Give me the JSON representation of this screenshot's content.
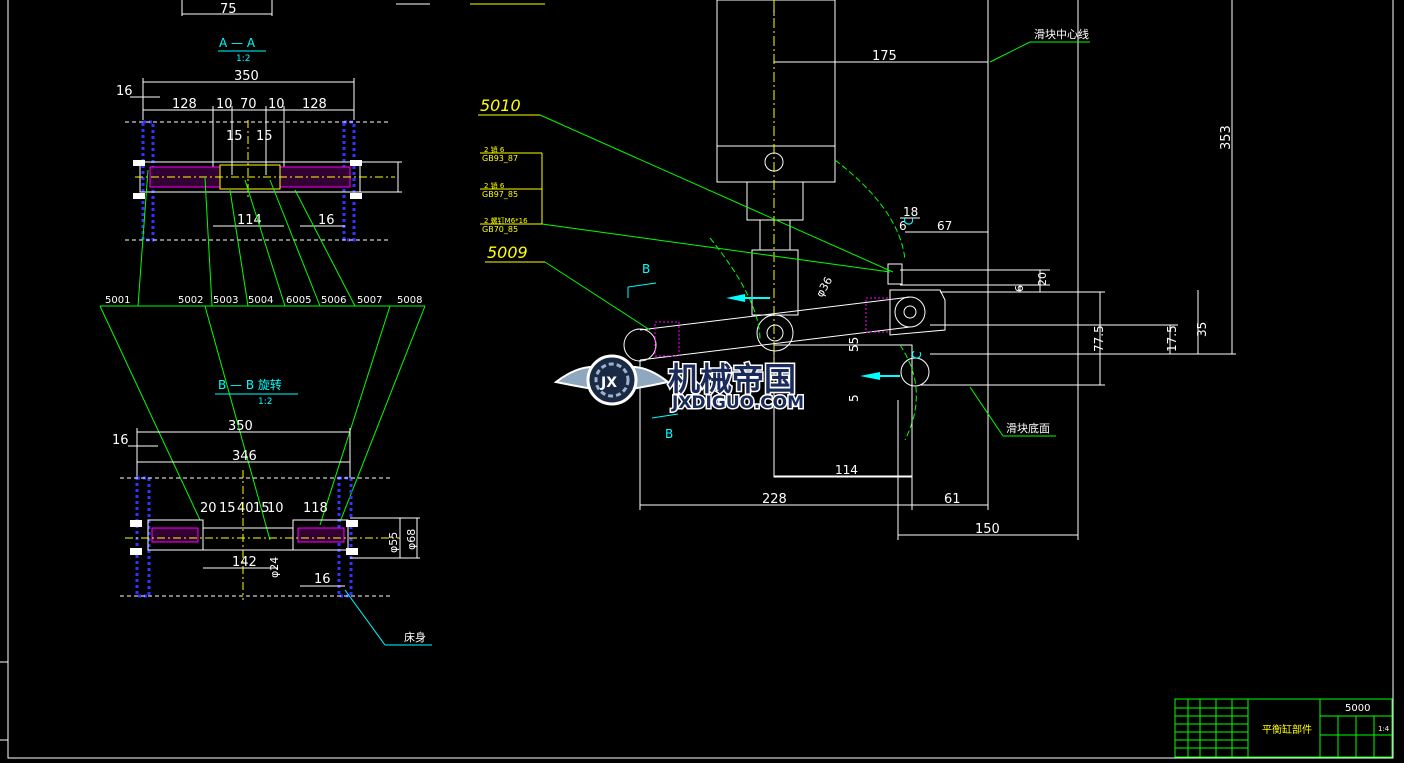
{
  "colors": {
    "background": "#000000",
    "dimension": "#ffffff",
    "leader": "#00ff00",
    "annotation": "#ffff00",
    "centerline": "#ffff00",
    "hatch": "#3333ff",
    "part": "#ff00ff",
    "arrow": "#00ffff",
    "frame": "#ffffff"
  },
  "top_dimension": "75",
  "section_aa": {
    "title": "A — A",
    "scale": "1:2"
  },
  "section_aa_dims": [
    "350",
    "16",
    "128",
    "10",
    "70",
    "10",
    "128",
    "15",
    "15",
    "114",
    "16"
  ],
  "section_bb": {
    "title": "B — B 旋转",
    "scale": "1:2"
  },
  "section_bb_dims": [
    "350",
    "16",
    "346",
    "20",
    "15",
    "40",
    "15",
    "10",
    "118",
    "142",
    "16",
    "φ55",
    "φ68",
    "φ24"
  ],
  "part_labels": [
    "5001",
    "5002",
    "5003",
    "5004",
    "6005",
    "5006",
    "5007",
    "5008"
  ],
  "base_label": "床身",
  "callouts": {
    "p5010": "5010",
    "p5009": "5009",
    "std1_top": "2  销 6",
    "std1_bot": "GB93_87",
    "std2_top": "2  销 6",
    "std2_bot": "GB97_85",
    "std3_top": "2  螺钉M6*16",
    "std3_bot": "GB70_85"
  },
  "main_view": {
    "slider_centerline": "滑块中心线",
    "slider_bottom": "滑块底面",
    "dims": [
      "175",
      "353",
      "18",
      "6",
      "67",
      "20",
      "6",
      "77.5",
      "35",
      "17.5",
      "55",
      "5",
      "114",
      "228",
      "61",
      "150",
      "φ36"
    ],
    "view_letters": [
      "B",
      "B",
      "C",
      "C"
    ]
  },
  "watermark": {
    "brand": "机械帝国",
    "site": "JXDIGUO.COM",
    "badge": "JX"
  },
  "title_block": {
    "drawing_no": "5000",
    "name": "平衡缸部件",
    "scale": "1:4"
  }
}
